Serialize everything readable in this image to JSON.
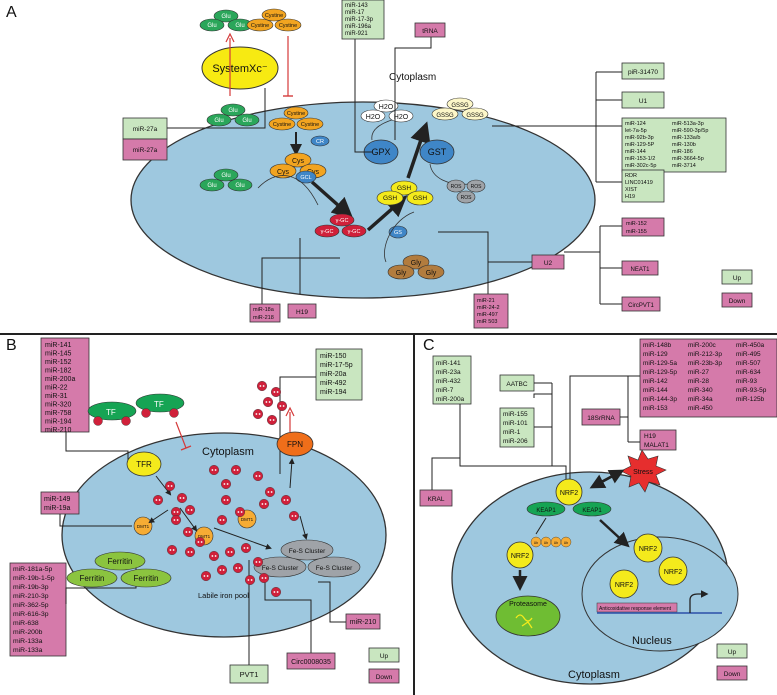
{
  "panel_a": {
    "letter": "A",
    "cytoplasm_label": "Cytoplasm",
    "system_label": "SystemXc⁻",
    "glu": "Glu",
    "cystine": "Cystine",
    "cys": "Cys",
    "cr": "CR",
    "gcl": "GCL",
    "ggc": "γ-GC",
    "gs": "GS",
    "gly": "Gly",
    "gsh": "GSH",
    "gpx": "GPX",
    "gst": "GST",
    "h2o": "H2O",
    "gssg": "GSSG",
    "ros": "ROS",
    "box_mir143": [
      "miR-143",
      "miR-17",
      "miR-17-3p",
      "miR-196a",
      "miR-921"
    ],
    "box_trna": [
      "tRNA"
    ],
    "box_mir27a_up": [
      "miR-27a"
    ],
    "box_mir27a_down": [
      "miR-27a"
    ],
    "box_pir": [
      "piR-31470"
    ],
    "box_u1": [
      "U1"
    ],
    "box_mirs_col1": [
      "miR-124",
      "let-7a-5p",
      "miR-92b-3p",
      "miR-129-5P",
      "miR-144",
      "miR-153-1/2",
      "miR-302c-5p"
    ],
    "box_mirs_col2": [
      "miR-513a-3p",
      "miR-590-3p/5p",
      "miR-133a/b",
      "miR-130b",
      "miR-186",
      "miR-3664-5p",
      "miR-3714"
    ],
    "box_rdr": [
      "RDR",
      "LINC01419",
      "XIST",
      "H19"
    ],
    "box_mir152": [
      "miR-152",
      "miR-155"
    ],
    "box_neat1": [
      "NEAT1"
    ],
    "box_circpvt1": [
      "CircPVT1"
    ],
    "box_u2": [
      "U2"
    ],
    "box_mir21": [
      "miR-21",
      "miR-24-2",
      "miR-497",
      "miR 503"
    ],
    "box_mir18a": [
      "miR-18a",
      "miR-218"
    ],
    "box_h19": [
      "H19"
    ],
    "legend_up": "Up",
    "legend_down": "Down"
  },
  "panel_b": {
    "letter": "B",
    "cytoplasm_label": "Cytoplasm",
    "tf": "TF",
    "tfr": "TFR",
    "fpn": "FPN",
    "dmt1": "DMT1",
    "ferritin": "Ferritin",
    "fes_cluster": "Fe-S Cluster",
    "labile_pool": "Labile iron pool",
    "box_mir141": [
      "miR-141",
      "miR-145",
      "miR-152",
      "miR-182",
      "miR-200a",
      "miR-22",
      "miR-31",
      "miR-320",
      "miR-758",
      "miR-194",
      "miR-210"
    ],
    "box_mir150": [
      "miR-150",
      "miR-17-5p",
      "miR-20a",
      "miR-492",
      "miR-194"
    ],
    "box_mir149": [
      "miR-149",
      "miR-19a"
    ],
    "box_mir181": [
      "miR-181a-5p",
      "miR-19b-1-5p",
      "miR-19b-3p",
      "miR-210-3p",
      "miR-362-5p",
      "miR-616-3p",
      "miR-638",
      "miR-200b",
      "miR-133a",
      "miR-133a"
    ],
    "box_pvt1": [
      "PVT1"
    ],
    "box_circ": [
      "Circ0008035"
    ],
    "box_mir210": [
      "miR-210"
    ],
    "legend_up": "Up",
    "legend_down": "Down"
  },
  "panel_c": {
    "letter": "C",
    "cytoplasm_label": "Cytoplasm",
    "nucleus_label": "Nucleus",
    "nrf2": "NRF2",
    "keap1": "KEAP1",
    "stress": "Stress",
    "ub": "Ub",
    "proteasome": "Proteasome",
    "are": "Anticoxidative response element",
    "box_mir141": [
      "miR-141",
      "miR-23a",
      "miR-432",
      "miR-7",
      "miR-200a"
    ],
    "box_kral": [
      "KRAL"
    ],
    "box_aatbc": [
      "AATBC"
    ],
    "box_mir155": [
      "miR-155",
      "miR-101",
      "miR-1",
      "miR-206"
    ],
    "box_18s": [
      "18SrRNA"
    ],
    "box_col1": [
      "miR-148b",
      "miR-129",
      "miR-129-5a",
      "miR-129-5p",
      "miR-142",
      "miR-144",
      "miR-144-3p",
      "miR-153"
    ],
    "box_col2": [
      "miR-200c",
      "miR-212-3p",
      "miR-23b-3p",
      "miR-27",
      "miR-28",
      "miR-340",
      "miR-34a",
      "miR-450"
    ],
    "box_col3": [
      "miR-450a",
      "miR-495",
      "miR-507",
      "miR-634",
      "miR-93",
      "miR-93-5p",
      "miR-125b"
    ],
    "box_h19": [
      "H19",
      "MALAT1"
    ],
    "legend_up": "Up",
    "legend_down": "Down"
  },
  "colors": {
    "cell": "#9ec8df",
    "up": "#c9e6c0",
    "down": "#d57aaa",
    "glu": "#2aa65a",
    "cystine": "#f2a420",
    "cys": "#f2a420",
    "red_node": "#d0203a",
    "gsh": "#f4ea1c",
    "gpx": "#3f86c7",
    "gray": "#9fa3a8",
    "gly": "#b27c3e",
    "system": "#f7ea12",
    "ferritin": "#8bc43f",
    "fpn": "#ef6e1a",
    "dmt1": "#f6ac34",
    "keap1": "#16a454",
    "nrf2": "#f4ea1c",
    "proteasome": "#6fbd33",
    "stress": "#e62e2e"
  }
}
